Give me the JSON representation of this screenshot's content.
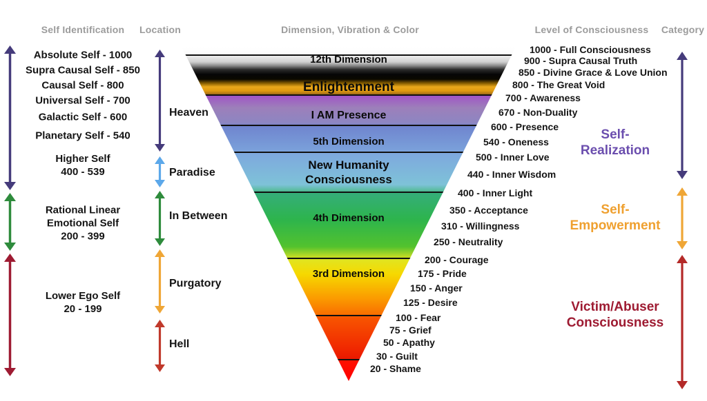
{
  "headers": {
    "self_identification": "Self Identification",
    "location": "Location",
    "dimension": "Dimension, Vibration & Color",
    "level_of_consciousness": "Level of Consciousness",
    "category": "Category"
  },
  "self_identification_items": [
    "Absolute Self - 1000",
    "Supra Causal Self - 850",
    "Causal Self - 800",
    "Universal Self - 700",
    "Galactic Self - 600",
    "Planetary Self - 540",
    "Higher Self\n400 - 539",
    "Rational Linear\nEmotional Self\n200 - 399",
    "Lower Ego Self\n20 - 199"
  ],
  "location_items": [
    "Heaven",
    "Paradise",
    "In Between",
    "Purgatory",
    "Hell"
  ],
  "pyramid_bands": [
    "12th Dimension",
    "Enlightenment",
    "I AM Presence",
    "5th Dimension",
    "New Humanity\nConsciousness",
    "4th Dimension",
    "3rd Dimension"
  ],
  "consciousness_levels": [
    "1000 - Full Consciousness",
    "900 - Supra Causal Truth",
    "850 - Divine Grace & Love Union",
    "800 - The Great Void",
    "700 - Awareness",
    "670 - Non-Duality",
    "600 - Presence",
    "540 - Oneness",
    "500 - Inner Love",
    "440 - Inner Wisdom",
    "400 - Inner Light",
    "350 - Acceptance",
    "310 - Willingness",
    "250 - Neutrality",
    "200 - Courage",
    "175 - Pride",
    "150 - Anger",
    "125 - Desire",
    "100 - Fear",
    "75 - Grief",
    "50 - Apathy",
    "30 - Guilt",
    "20 - Shame"
  ],
  "category_items": [
    {
      "label": "Self-Realization",
      "color": "#6B4EAE"
    },
    {
      "label": "Self-Empowerment",
      "color": "#EFA02F"
    },
    {
      "label": "Victim/Abuser\nConsciousness",
      "color": "#9E1B32"
    }
  ],
  "colors": {
    "arrow_purple": "#453B7B",
    "arrow_green": "#2E8B3C",
    "arrow_dark_red": "#9E1B32",
    "arrow_light_blue": "#5CA8EA",
    "arrow_orange": "#EFA636",
    "arrow_red": "#C0392B",
    "arrow_bright_red": "#B42A28",
    "header_gray": "#9B9B9B"
  }
}
